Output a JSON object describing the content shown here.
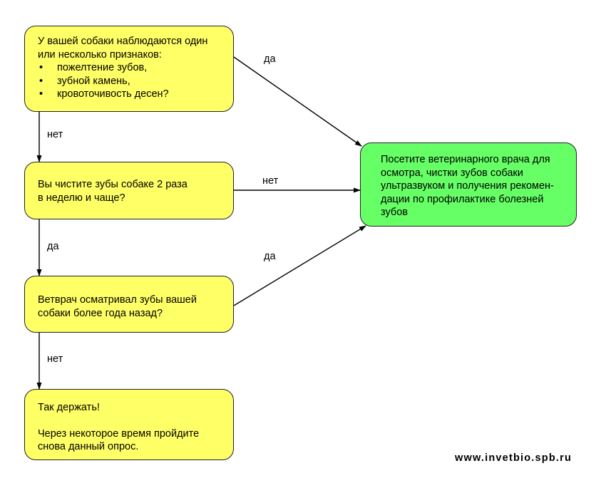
{
  "nodes": {
    "signs_question": {
      "intro": "У вашей собаки наблюдаются один или несколько признаков:",
      "items": [
        "пожелтение зубов,",
        "зубной камень,",
        "кровоточивость десен?"
      ]
    },
    "brushing_question": {
      "line1": "Вы чистите зубы собаке 2 раза",
      "line2": "в неделю и чаще?"
    },
    "vet_visit_question": {
      "line1": "Ветврач осматривал зубы вашей",
      "line2": "собаки более года назад?"
    },
    "keep_it_up": {
      "title": "Так держать!",
      "text": "Через некоторое время пройдите снова данный опрос."
    },
    "visit_vet": {
      "text": "Посетите ветеринарного врача для осмотра, чистки зубов собаки ультразвуком и получения рекомен-дации по профилактике болезней зубов"
    }
  },
  "edges": {
    "signs_to_vet": "да",
    "signs_to_brushing": "нет",
    "brushing_to_vet": "нет",
    "brushing_to_visit_question": "да",
    "visit_question_to_vet": "да",
    "visit_question_to_keep": "нет"
  },
  "watermark": "www.invetbio.spb.ru",
  "colors": {
    "question_fill": "#ffff66",
    "result_fill": "#66ff66",
    "stroke": "#000000"
  }
}
